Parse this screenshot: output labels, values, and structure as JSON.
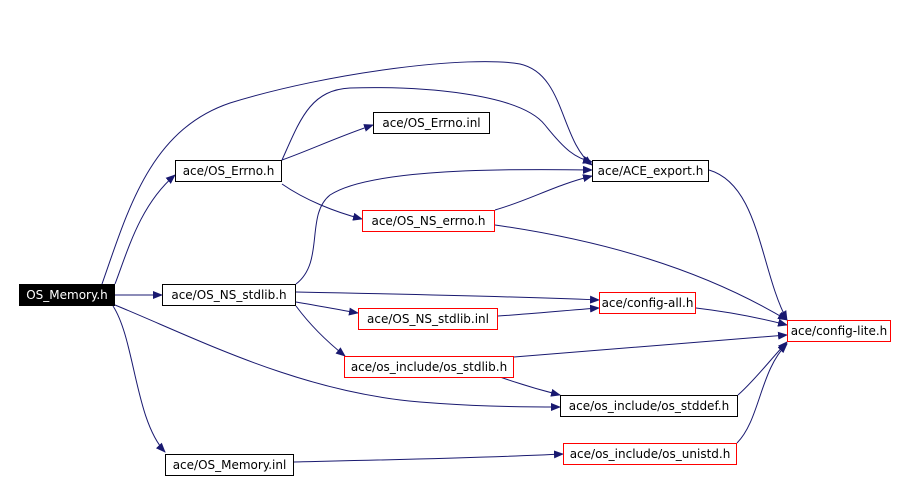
{
  "colors": {
    "edge": "#191970",
    "border_default": "#000000",
    "border_external": "#ff0000",
    "root_fill": "#000000",
    "root_text": "#ffffff"
  },
  "nodes": {
    "os_memory_h": "OS_Memory.h",
    "os_errno_h": "ace/OS_Errno.h",
    "os_errno_inl": "ace/OS_Errno.inl",
    "ace_export_h": "ace/ACE_export.h",
    "os_ns_errno_h": "ace/OS_NS_errno.h",
    "os_ns_stdlib_h": "ace/OS_NS_stdlib.h",
    "config_all_h": "ace/config-all.h",
    "os_ns_stdlib_inl": "ace/OS_NS_stdlib.inl",
    "config_lite_h": "ace/config-lite.h",
    "os_stdlib_h": "ace/os_include/os_stdlib.h",
    "os_stddef_h": "ace/os_include/os_stddef.h",
    "os_memory_inl": "ace/OS_Memory.inl",
    "os_unistd_h": "ace/os_include/os_unistd.h"
  },
  "edges": [
    [
      "os_memory_h",
      "os_errno_h"
    ],
    [
      "os_memory_h",
      "ace_export_h"
    ],
    [
      "os_memory_h",
      "os_ns_stdlib_h"
    ],
    [
      "os_memory_h",
      "os_stddef_h"
    ],
    [
      "os_memory_h",
      "os_memory_inl"
    ],
    [
      "os_errno_h",
      "os_errno_inl"
    ],
    [
      "os_errno_h",
      "ace_export_h"
    ],
    [
      "os_errno_h",
      "os_ns_errno_h"
    ],
    [
      "os_ns_errno_h",
      "ace_export_h"
    ],
    [
      "os_ns_errno_h",
      "config_lite_h"
    ],
    [
      "ace_export_h",
      "config_lite_h"
    ],
    [
      "os_ns_stdlib_h",
      "ace_export_h"
    ],
    [
      "os_ns_stdlib_h",
      "config_all_h"
    ],
    [
      "os_ns_stdlib_h",
      "os_ns_stdlib_inl"
    ],
    [
      "os_ns_stdlib_h",
      "os_stdlib_h"
    ],
    [
      "os_ns_stdlib_inl",
      "config_all_h"
    ],
    [
      "config_all_h",
      "config_lite_h"
    ],
    [
      "os_stdlib_h",
      "config_lite_h"
    ],
    [
      "os_stdlib_h",
      "os_stddef_h"
    ],
    [
      "os_stddef_h",
      "config_lite_h"
    ],
    [
      "os_memory_inl",
      "os_unistd_h"
    ],
    [
      "os_unistd_h",
      "config_lite_h"
    ]
  ]
}
